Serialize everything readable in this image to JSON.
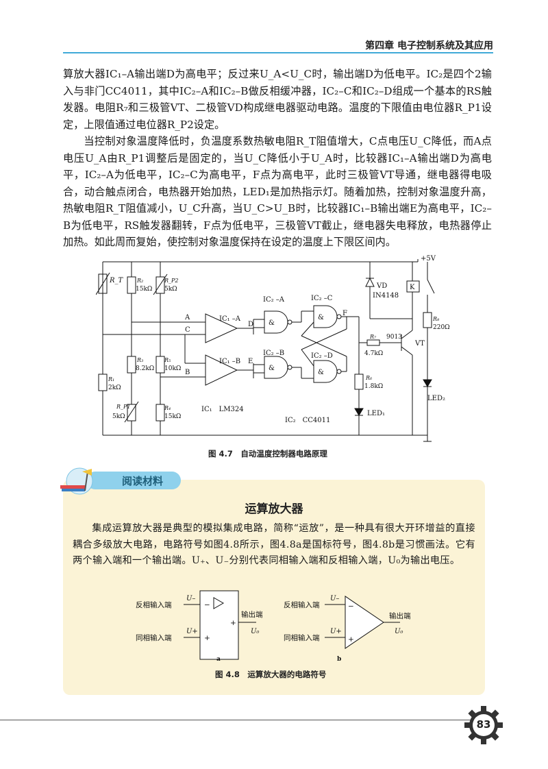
{
  "header": {
    "chapter_title": "第四章 电子控制系统及其应用"
  },
  "paragraphs": [
    "算放大器IC₁–A输出端D为高电平；反过来U_A<U_C时，输出端D为低电平。IC₂是四个2输入与非门CC4011，其中IC₂–A和IC₂–B做反相缓冲器，IC₂–C和IC₂–D组成一个基本的RS触发器。电阻R₇和三极管VT、二极管VD构成继电器驱动电路。温度的下限值由电位器R_P1设定，上限值通过电位器R_P2设定。",
    "当控制对象温度降低时，负温度系数热敏电阻R_T阻值增大，C点电压U_C降低，而A点电压U_A由R_P1调整后是固定的，当U_C降低小于U_A时，比较器IC₁–A输出端D为高电平，IC₂–A为低电平，IC₂–C为高电平，F点为高电平，此时三极管VT导通，继电器得电吸合，动合触点闭合，电热器开始加热，LED₁是加热指示灯。随着加热，控制对象温度升高，热敏电阻R_T阻值减小，U_C升高，当U_C>U_B时，比较器IC₁–B输出端E为高电平，IC₂–B为低电平，RS触发器翻转，F点为低电平，三极管VT截止，继电器失电释放，电热器停止加热。如此周而复始，使控制对象温度保持在设定的温度上下限区间内。"
  ],
  "figure_47": {
    "caption": "图 4.7　自动温度控制器电路原理",
    "labels": {
      "vcc": "+5V",
      "rt": "R_T",
      "r2": "R₂",
      "r2v": "15kΩ",
      "rp2": "R_P2",
      "rp2v": "5kΩ",
      "r3": "R₃",
      "r3v": "8.2kΩ",
      "r5": "R₅",
      "r5v": "10kΩ",
      "r1": "R₁",
      "r1v": "2kΩ",
      "rp1": "R_P1",
      "rp1v": "5kΩ",
      "r4": "R₄",
      "r4v": "15kΩ",
      "node_a": "A",
      "node_b": "B",
      "node_c": "C",
      "node_d": "D",
      "node_e": "E",
      "node_f": "F",
      "ic1a": "IC₁ –A",
      "ic1b": "IC₁ –B",
      "ic2a": "IC₂ –A",
      "ic2b": "IC₂ –B",
      "ic2c": "IC₂ –C",
      "ic2d": "IC₂ –D",
      "ic1_part": "IC₁　LM324",
      "ic2_part": "IC₂　CC4011",
      "vd": "VD",
      "vd_part": "IN4148",
      "relay": "K",
      "r8": "R₈",
      "r8v": "220Ω",
      "r7": "R₇",
      "r7v": "4.7kΩ",
      "transistor": "9013",
      "vt": "VT",
      "r6": "R₆",
      "r6v": "1.8kΩ",
      "led1": "LED₁",
      "led2": "LED₂",
      "amp": "&"
    }
  },
  "reading": {
    "badge": "阅读材料",
    "title": "运算放大器",
    "paragraph": "集成运算放大器是典型的模拟集成电路，简称“运放”，是一种具有很大开环增益的直接耦合多级放大电路，电路符号如图4.8所示，图4.8a是国标符号，图4.8b是习惯画法。它有两个输入端和一个输出端。U₊、U₋分别代表同相输入端和反相输入端，U₀为输出电压。",
    "figure_48": {
      "caption": "图 4.8　运算放大器的电路符号",
      "inv_label": "反相输入端",
      "noninv_label": "同相输入端",
      "out_label": "输出端",
      "u_minus": "U–",
      "u_plus": "U+",
      "u_out": "U₀",
      "minus": "−",
      "plus": "+",
      "a": "a",
      "b": "b"
    }
  },
  "page_number": "83"
}
